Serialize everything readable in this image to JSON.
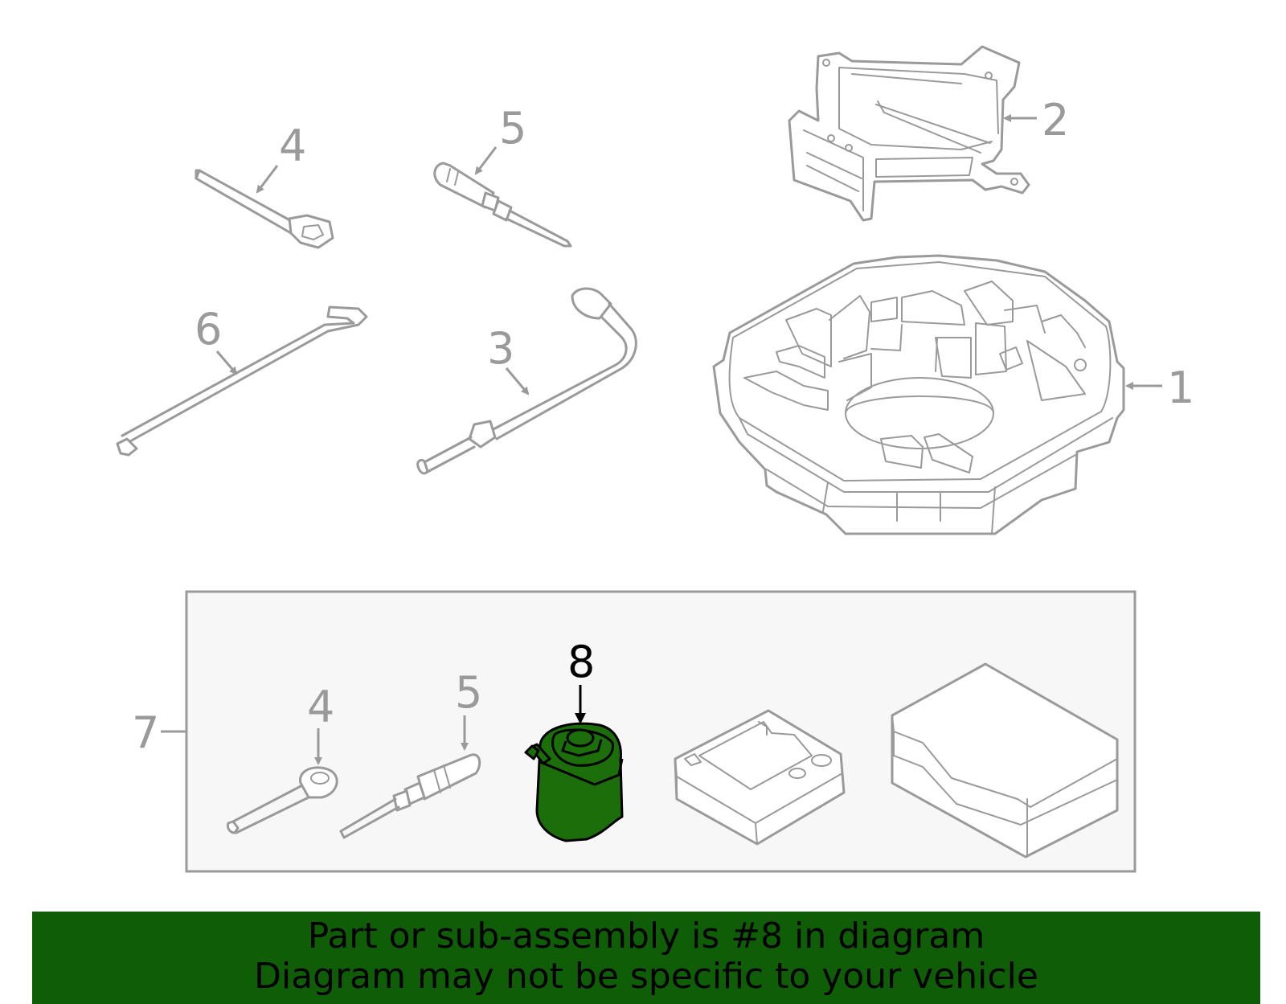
{
  "colors": {
    "highlight_part": "#1b6e0a",
    "footer_background": "#0f5d07",
    "line_gray": "#9a9a9a",
    "kit_box_background": "#f7f7f7"
  },
  "callouts": {
    "c1": "1",
    "c2": "2",
    "c3": "3",
    "c4_top": "4",
    "c5_top": "5",
    "c6": "6",
    "c7": "7",
    "c4_kit": "4",
    "c5_kit": "5",
    "c8": "8"
  },
  "footer": {
    "line1": "Part or sub-assembly is #8 in diagram",
    "line2": "Diagram may not be specific to your vehicle"
  }
}
